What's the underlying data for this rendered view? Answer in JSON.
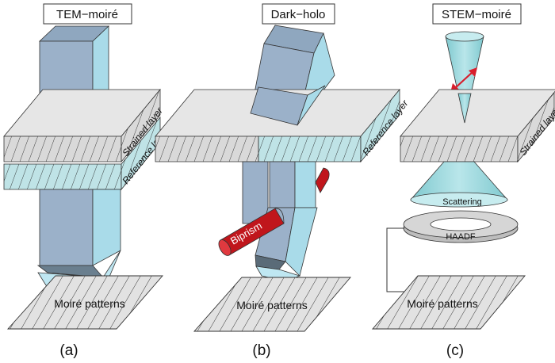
{
  "panels": [
    {
      "title": "TEM−moiré",
      "layer_labels": [
        "Strained layer",
        "Reference layer"
      ],
      "screen_label": "Moiré patterns",
      "caption": "(a)"
    },
    {
      "title": "Dark−holo",
      "layer_labels": [
        "Reference layer"
      ],
      "biprism_label": "Biprism",
      "screen_label": "Moiré patterns",
      "caption": "(b)"
    },
    {
      "title": "STEM−moiré",
      "layer_labels": [
        "Strained layer"
      ],
      "scattering_label": "Scattering",
      "detector_label": "HAADF",
      "screen_label": "Moiré patterns",
      "caption": "(c)"
    }
  ],
  "colors": {
    "beam_front": "#9bb1c9",
    "beam_side": "#a9dbe9",
    "stripe_fill": "#d8d8d8",
    "reference_fill": "#bfe3e6",
    "biprism": "#c0161c",
    "arrow": "#d81e2c",
    "detector": "#d6d6d6"
  }
}
